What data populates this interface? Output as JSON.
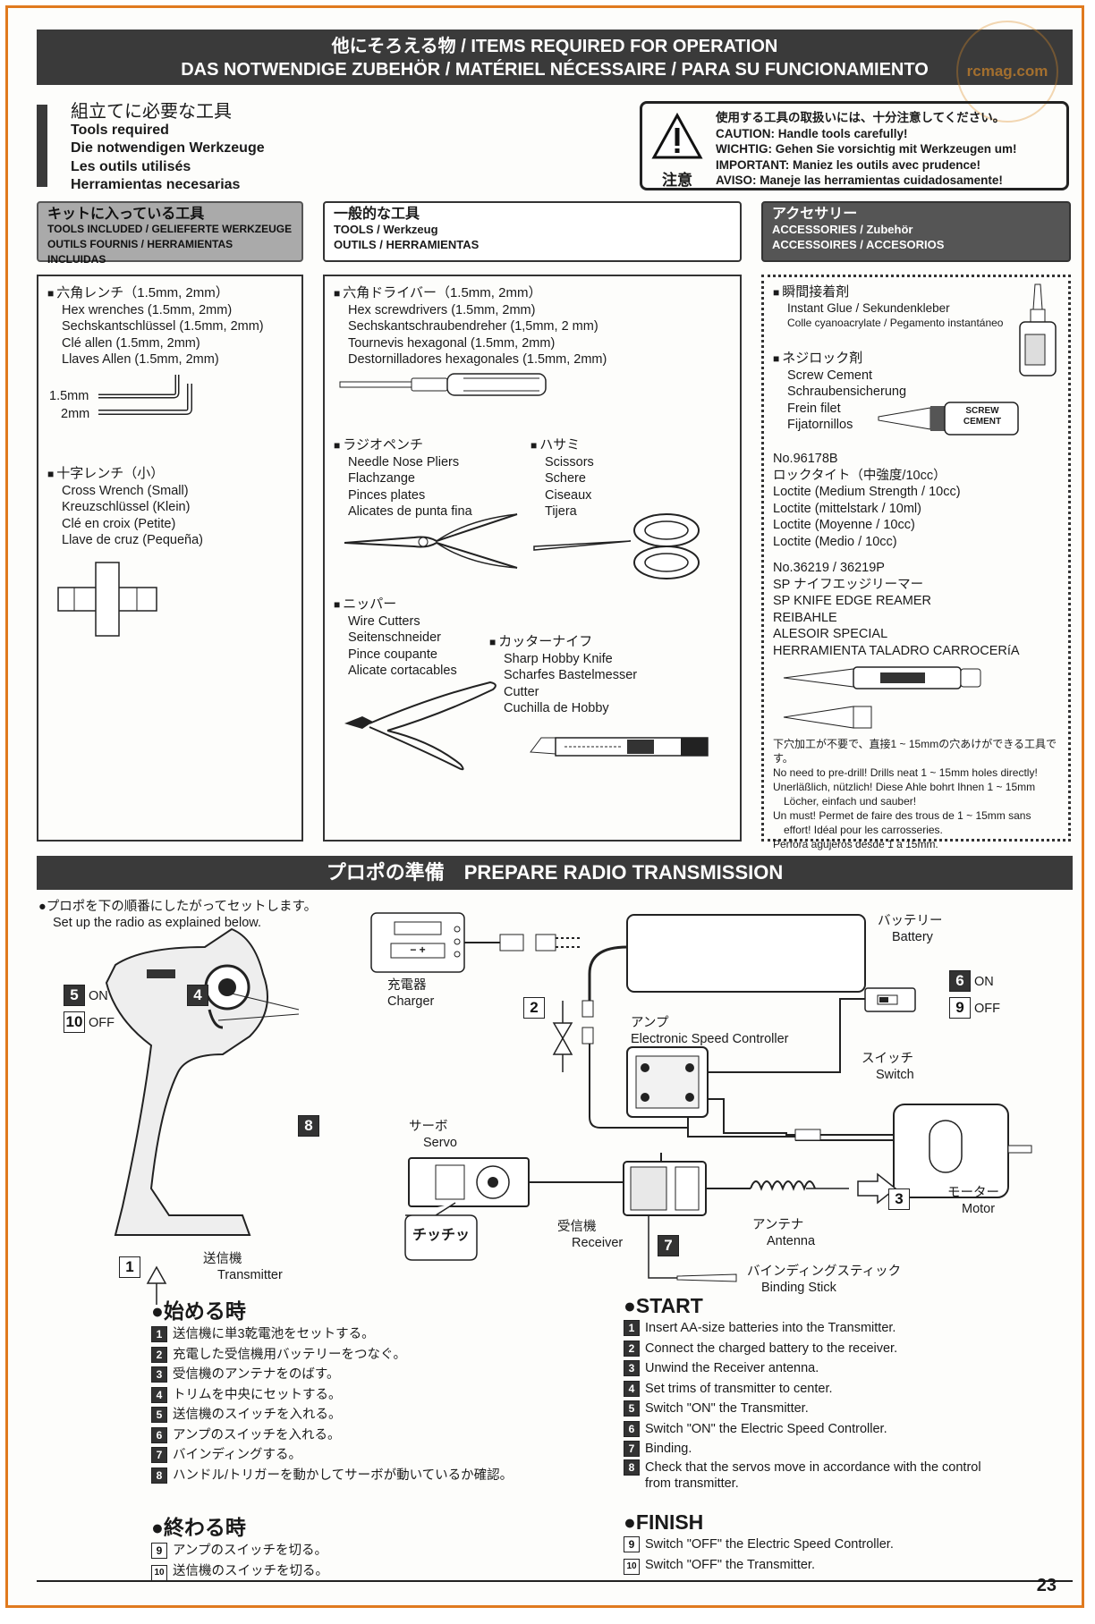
{
  "banner_top": {
    "line1": "他にそろえる物 / ITEMS REQUIRED FOR OPERATION",
    "line2": "DAS NOTWENDIGE ZUBEHÖR / MATÉRIEL NÉCESSAIRE / PARA SU FUNCIONAMIENTO"
  },
  "watermark": "rcmag.com",
  "tools_required": {
    "jp": "組立てに必要な工具",
    "en": "Tools required",
    "de": "Die notwendigen Werkzeuge",
    "fr": "Les outils utilisés",
    "es": "Herramientas necesarias"
  },
  "caution": {
    "label": "注意",
    "lines": [
      "使用する工具の取扱いには、十分注意してください。",
      "CAUTION: Handle tools carefully!",
      "WICHTIG: Gehen Sie vorsichtig mit Werkzeugen um!",
      "IMPORTANT: Maniez les outils avec prudence!",
      "AVISO: Maneje las herramientas cuidadosamente!"
    ]
  },
  "headers": {
    "included": {
      "jp": "キットに入っている工具",
      "l1": "TOOLS INCLUDED / GELIEFERTE WERKZEUGE",
      "l2": "OUTILS FOURNIS / HERRAMIENTAS INCLUIDAS"
    },
    "general": {
      "jp": "一般的な工具",
      "l1": "TOOLS / Werkzeug",
      "l2": "OUTILS / HERRAMIENTAS"
    },
    "accessories": {
      "jp": "アクセサリー",
      "l1": "ACCESSORIES / Zubehör",
      "l2": "ACCESSOIRES / ACCESORIOS"
    }
  },
  "included_tools": {
    "hex": {
      "jp": "六角レンチ（1.5mm, 2mm）",
      "lines": [
        "Hex wrenches (1.5mm, 2mm)",
        "Sechskantschlüssel (1.5mm, 2mm)",
        "Clé allen (1.5mm, 2mm)",
        "Llaves Allen (1.5mm, 2mm)"
      ],
      "size1": "1.5mm",
      "size2": "2mm"
    },
    "cross": {
      "jp": "十字レンチ（小）",
      "lines": [
        "Cross Wrench (Small)",
        "Kreuzschlüssel (Klein)",
        "Clé en croix (Petite)",
        "Llave de cruz (Pequeña)"
      ]
    }
  },
  "general_tools": {
    "driver": {
      "jp": "六角ドライバー（1.5mm, 2mm）",
      "lines": [
        "Hex screwdrivers (1.5mm, 2mm)",
        "Sechskantschraubendreher (1,5mm, 2 mm)",
        "Tournevis hexagonal (1.5mm, 2mm)",
        "Destornilladores hexagonales (1.5mm, 2mm)"
      ]
    },
    "pliers": {
      "jp": "ラジオペンチ",
      "lines": [
        "Needle Nose Pliers",
        "Flachzange",
        "Pinces plates",
        "Alicates de punta fina"
      ]
    },
    "scissors": {
      "jp": "ハサミ",
      "lines": [
        "Scissors",
        "Schere",
        "Ciseaux",
        "Tijera"
      ]
    },
    "cutters": {
      "jp": "ニッパー",
      "lines": [
        "Wire Cutters",
        "Seitenschneider",
        "Pince coupante",
        "Alicate cortacables"
      ]
    },
    "knife": {
      "jp": "カッターナイフ",
      "lines": [
        "Sharp Hobby Knife",
        "Scharfes Bastelmesser",
        "Cutter",
        "Cuchilla de Hobby"
      ]
    }
  },
  "accessories": {
    "glue": {
      "jp": "瞬間接着剤",
      "lines": [
        "Instant Glue / Sekundenkleber",
        "Colle cyanoacrylate / Pegamento instantáneo"
      ]
    },
    "screw": {
      "jp": "ネジロック剤",
      "lines": [
        "Screw Cement",
        "Schraubensicherung",
        "Frein filet",
        "Fijatornillos"
      ],
      "tube1": "SCREW",
      "tube2": "CEMENT"
    },
    "loctite": {
      "no": "No.96178B",
      "jp": "ロックタイト（中強度/10cc）",
      "lines": [
        "Loctite (Medium Strength / 10cc)",
        "Loctite (mittelstark / 10ml)",
        "Loctite (Moyenne / 10cc)",
        "Loctite (Medio / 10cc)"
      ]
    },
    "reamer": {
      "no": "No.36219 / 36219P",
      "jp": "SP ナイフエッジリーマー",
      "lines": [
        "SP KNIFE EDGE REAMER",
        "REIBAHLE",
        "ALESOIR SPECIAL",
        "HERRAMIENTA TALADRO CARROCERíA"
      ]
    },
    "note": [
      "下穴加工が不要で、直接1 ~ 15mmの穴あけができる工具です。",
      "No need to pre-drill! Drills neat 1 ~ 15mm holes directly!",
      "Unerläßlich, nützlich! Diese Ahle bohrt Ihnen 1 ~ 15mm",
      "Löcher, einfach und sauber!",
      "Un must!  Permet de faire des trous de 1 ~ 15mm sans",
      "effort!  Idéal pour les carrosseries.",
      "Perfora agujeros desde 1 a 15mm."
    ]
  },
  "banner_radio": "プロポの準備　PREPARE RADIO TRANSMISSION",
  "setup_intro": {
    "jp": "●プロポを下の順番にしたがってセットします。",
    "en": "Set up the radio as explained below."
  },
  "diagram": {
    "on": "ON",
    "off": "OFF",
    "transmitter": {
      "jp": "送信機",
      "en": "Transmitter"
    },
    "charger": {
      "jp": "充電器",
      "en": "Charger",
      "display": "− +"
    },
    "battery": {
      "jp": "バッテリー",
      "en": "Battery"
    },
    "esc": {
      "jp": "アンプ",
      "en": "Electronic Speed Controller"
    },
    "switch": {
      "jp": "スイッチ",
      "en": "Switch"
    },
    "servo": {
      "jp": "サーボ",
      "en": "Servo"
    },
    "motor": {
      "jp": "モーター",
      "en": "Motor"
    },
    "receiver": {
      "jp": "受信機",
      "en": "Receiver"
    },
    "antenna": {
      "jp": "アンテナ",
      "en": "Antenna"
    },
    "binding": {
      "jp": "バインディングスティック",
      "en": "Binding Stick"
    },
    "click": "チッチッ",
    "n1": "1",
    "n2": "2",
    "n3": "3",
    "n4": "4",
    "n5": "5",
    "n6": "6",
    "n7": "7",
    "n8": "8",
    "n9": "9",
    "n10": "10"
  },
  "start_jp": {
    "title": "●始める時",
    "steps": [
      "送信機に単3乾電池をセットする。",
      "充電した受信機用バッテリーをつなぐ。",
      "受信機のアンテナをのばす。",
      "トリムを中央にセットする。",
      "送信機のスイッチを入れる。",
      "アンプのスイッチを入れる。",
      "バインディングする。",
      "ハンドル/トリガーを動かしてサーボが動いているか確認。"
    ]
  },
  "finish_jp": {
    "title": "●終わる時",
    "steps": [
      "アンプのスイッチを切る。",
      "送信機のスイッチを切る。"
    ]
  },
  "start_en": {
    "title": "●START",
    "steps": [
      "Insert AA-size batteries into the Transmitter.",
      "Connect the charged battery to the receiver.",
      "Unwind the Receiver antenna.",
      "Set trims of transmitter to center.",
      "Switch \"ON\" the Transmitter.",
      "Switch \"ON\" the Electric Speed Controller.",
      "Binding.",
      "Check that the servos move in accordance with the control",
      "from transmitter."
    ]
  },
  "finish_en": {
    "title": "●FINISH",
    "steps": [
      "Switch \"OFF\" the Electric Speed Controller.",
      "Switch \"OFF\" the Transmitter."
    ]
  },
  "page_number": "23"
}
